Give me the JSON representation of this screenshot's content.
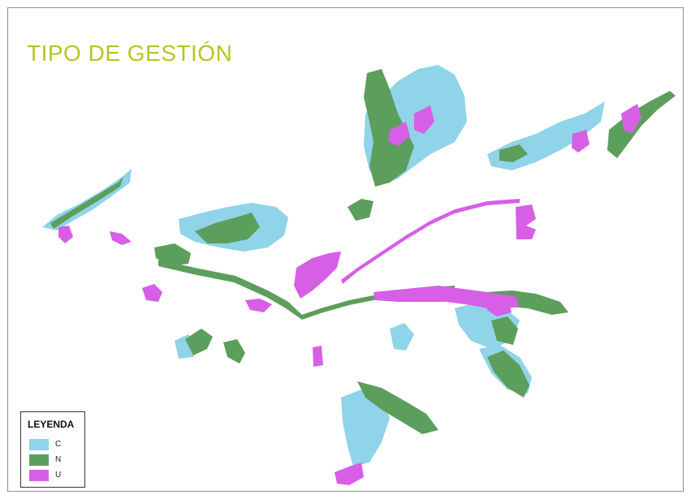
{
  "title": "TIPO DE GESTIÓN",
  "colors": {
    "title": "#b5c521",
    "C": "#8fd4e8",
    "N": "#5c9e5c",
    "U": "#d65fe6",
    "frame": "#8f8f8f"
  },
  "legend": {
    "title": "LEYENDA",
    "items": [
      {
        "key": "C",
        "label": "C",
        "color": "#8fd4e8"
      },
      {
        "key": "N",
        "label": "N",
        "color": "#5c9e5c"
      },
      {
        "key": "U",
        "label": "U",
        "color": "#d65fe6"
      }
    ]
  }
}
